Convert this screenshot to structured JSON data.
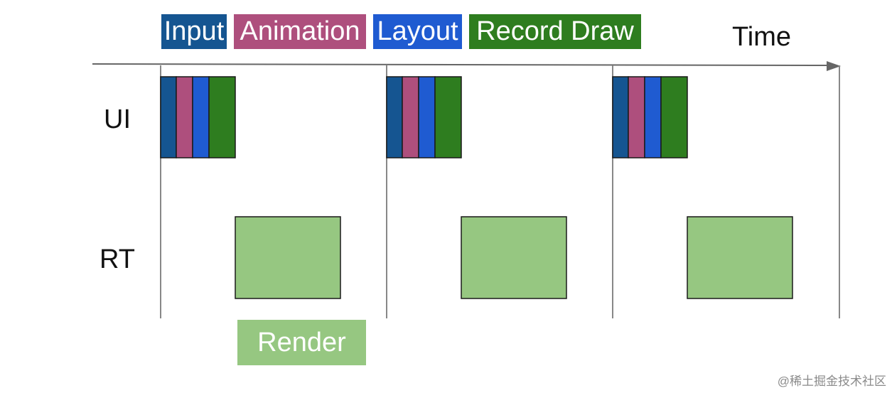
{
  "legend": [
    {
      "label": "Input",
      "color": "#155591"
    },
    {
      "label": "Animation",
      "color": "#ae4f7d"
    },
    {
      "label": "Layout",
      "color": "#1f5bd1"
    },
    {
      "label": "Record Draw",
      "color": "#2e7d1f"
    }
  ],
  "time_label": "Time",
  "rows": {
    "ui": "UI",
    "rt": "RT"
  },
  "render_label": "Render",
  "render_color": "#96c781",
  "frames": [
    {
      "ui_stages": [
        "Input",
        "Animation",
        "Layout",
        "Record Draw"
      ],
      "rt_task": "Render"
    },
    {
      "ui_stages": [
        "Input",
        "Animation",
        "Layout",
        "Record Draw"
      ],
      "rt_task": "Render"
    },
    {
      "ui_stages": [
        "Input",
        "Animation",
        "Layout",
        "Record Draw"
      ],
      "rt_task": "Render"
    }
  ],
  "watermark": "@稀土掘金技术社区"
}
